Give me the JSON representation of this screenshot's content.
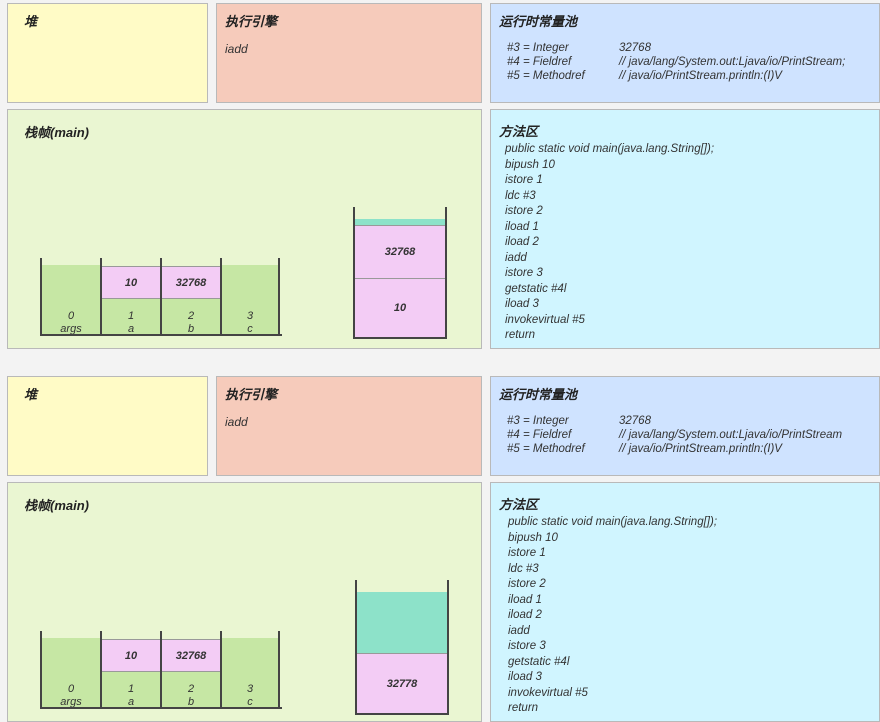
{
  "panels": [
    {
      "heap_title": "堆",
      "engine_title": "执行引擎",
      "engine_instruction": "iadd",
      "pool_title": "运行时常量池",
      "pool_entries": [
        {
          "ref": "#3 = Integer",
          "value": "32768"
        },
        {
          "ref": "#4 = Fieldref",
          "value": "// java/lang/System.out:Ljava/io/PrintStream;"
        },
        {
          "ref": "#5 = Methodref",
          "value": "// java/io/PrintStream.println:(I)V"
        }
      ],
      "frame_title": "栈帧(main)",
      "locals": [
        {
          "index": "0",
          "name": "args",
          "value": ""
        },
        {
          "index": "1",
          "name": "a",
          "value": "10"
        },
        {
          "index": "2",
          "name": "b",
          "value": "32768"
        },
        {
          "index": "3",
          "name": "c",
          "value": ""
        }
      ],
      "operand_stack": [
        "32768",
        "10"
      ],
      "method_title": "方法区",
      "method_lines": [
        "public static void main(java.lang.String[]);",
        "bipush 10",
        "istore 1",
        "ldc #3",
        "istore 2",
        "iload 1",
        "iload 2",
        "iadd",
        "istore 3",
        "getstatic #4l",
        "iload 3",
        "invokevirtual #5",
        "return"
      ]
    },
    {
      "heap_title": "堆",
      "engine_title": "执行引擎",
      "engine_instruction": "iadd",
      "pool_title": "运行时常量池",
      "pool_entries": [
        {
          "ref": "#3 = Integer",
          "value": "32768"
        },
        {
          "ref": "#4 = Fieldref",
          "value": "// java/lang/System.out:Ljava/io/PrintStream"
        },
        {
          "ref": "#5 = Methodref",
          "value": "// java/io/PrintStream.println:(I)V"
        }
      ],
      "frame_title": "栈帧(main)",
      "locals": [
        {
          "index": "0",
          "name": "args",
          "value": ""
        },
        {
          "index": "1",
          "name": "a",
          "value": "10"
        },
        {
          "index": "2",
          "name": "b",
          "value": "32768"
        },
        {
          "index": "3",
          "name": "c",
          "value": ""
        }
      ],
      "operand_stack": [
        "32778"
      ],
      "method_title": "方法区",
      "method_lines": [
        "public static void main(java.lang.String[]);",
        "bipush 10",
        "istore 1",
        "ldc #3",
        "istore 2",
        "iload 1",
        "iload 2",
        "iadd",
        "istore 3",
        "getstatic #4l",
        "iload 3",
        "invokevirtual #5",
        "return"
      ]
    }
  ]
}
